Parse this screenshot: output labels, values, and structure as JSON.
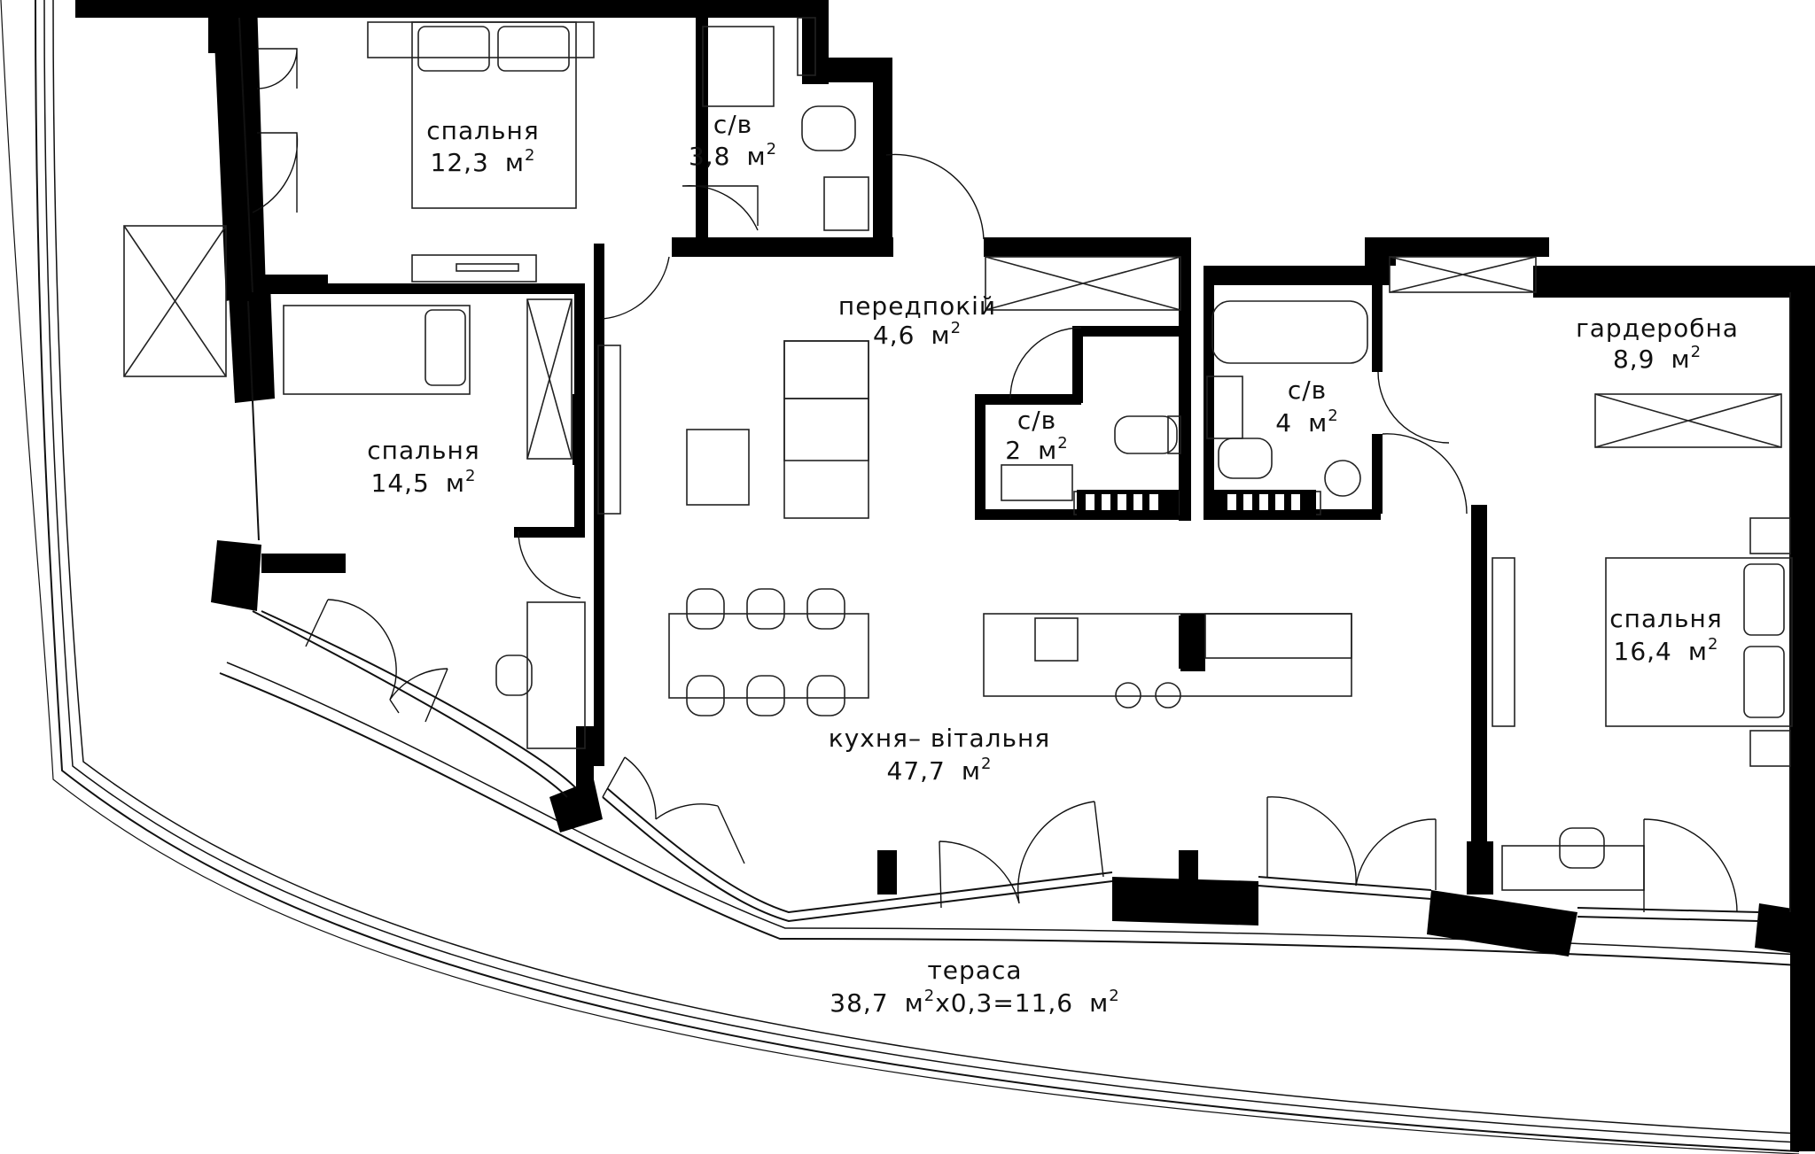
{
  "rooms": [
    {
      "id": "bedroom-1",
      "name": "спальня",
      "area": "12,3",
      "unit": "м"
    },
    {
      "id": "bathroom-1",
      "name": "с/в",
      "area": "3,8",
      "unit": "м"
    },
    {
      "id": "hallway",
      "name": "передпокій",
      "area": "4,6",
      "unit": "м"
    },
    {
      "id": "bathroom-2",
      "name": "с/в",
      "area": "2",
      "unit": "м"
    },
    {
      "id": "bathroom-3",
      "name": "с/в",
      "area": "4",
      "unit": "м"
    },
    {
      "id": "wardrobe",
      "name": "гардеробна",
      "area": "8,9",
      "unit": "м"
    },
    {
      "id": "bedroom-2",
      "name": "спальня",
      "area": "14,5",
      "unit": "м"
    },
    {
      "id": "bedroom-3",
      "name": "спальня",
      "area": "16,4",
      "unit": "м"
    },
    {
      "id": "kitchen-living",
      "name": "кухня– вітальня",
      "area": "47,7",
      "unit": "м"
    }
  ],
  "terrace": {
    "name": "тераса",
    "formula_a": "38,7",
    "formula_b": "х0,3=11,6",
    "unit": "м"
  },
  "superscript": "2"
}
